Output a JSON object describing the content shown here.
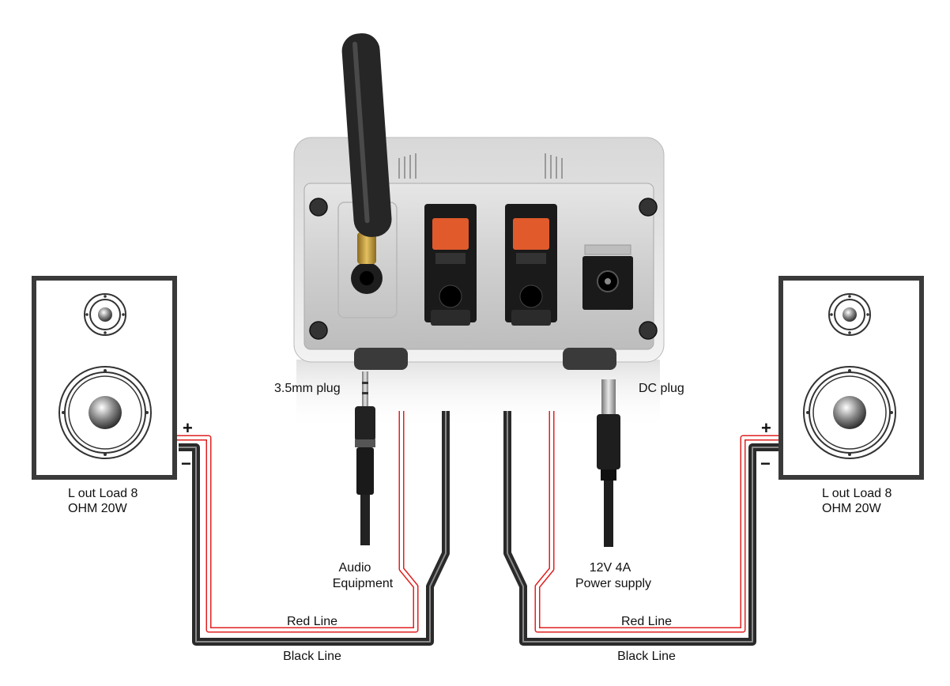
{
  "colors": {
    "red_wire": "#e02020",
    "black_wire": "#2a2a2a",
    "amp_body": "#c9c9c9",
    "terminal_red": "#e05a2c"
  },
  "labels": {
    "plug_35": "3.5mm plug",
    "dc_plug": "DC plug",
    "audio_line1": "Audio",
    "audio_line2": "Equipment",
    "power_line1": "12V 4A",
    "power_line2": "Power supply",
    "red_line_left": "Red Line",
    "black_line_left": "Black Line",
    "red_line_right": "Red Line",
    "black_line_right": "Black Line"
  },
  "left_speaker": {
    "line1": "L  out Load 8",
    "line2": "OHM 20W",
    "plus": "+",
    "minus": "−"
  },
  "right_speaker": {
    "line1": "L  out Load 8",
    "line2": "OHM 20W",
    "plus": "+",
    "minus": "−"
  },
  "icons": [
    "antenna-icon",
    "speaker-icon",
    "audio-jack-icon",
    "dc-plug-icon",
    "speaker-terminal-icon"
  ]
}
